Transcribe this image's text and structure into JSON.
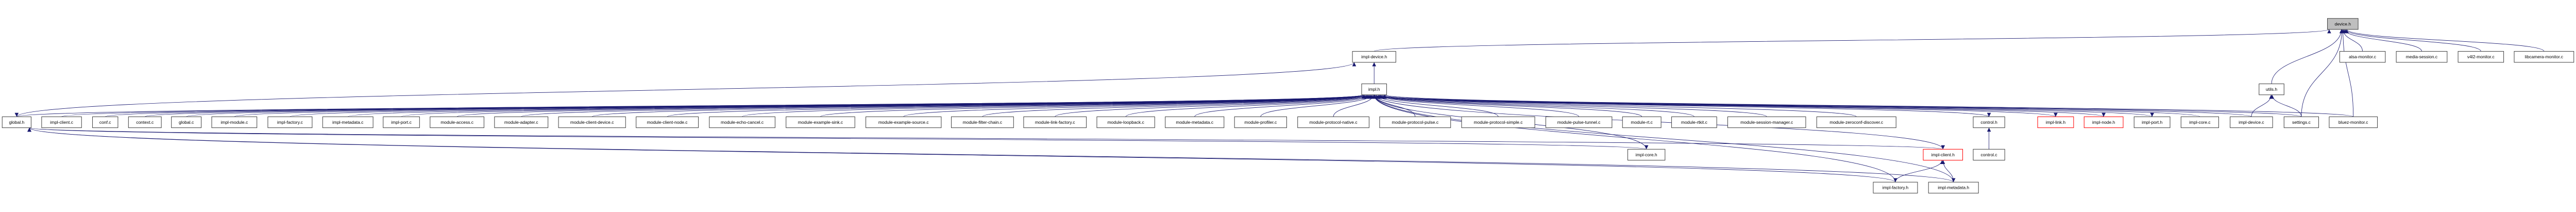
{
  "graph": {
    "edge_color": "#191970",
    "root_fill": "#bfbfbf",
    "truncated_border_color": "#ff0000",
    "nodes": [
      {
        "id": "device.h",
        "style": "root"
      },
      {
        "id": "impl-device.h"
      },
      {
        "id": "alsa-monitor.c"
      },
      {
        "id": "media-session.c"
      },
      {
        "id": "v4l2-monitor.c"
      },
      {
        "id": "libcamera-monitor.c"
      },
      {
        "id": "impl.h"
      },
      {
        "id": "utils.h"
      },
      {
        "id": "global.h"
      },
      {
        "id": "impl-client.c"
      },
      {
        "id": "conf.c"
      },
      {
        "id": "context.c"
      },
      {
        "id": "global.c"
      },
      {
        "id": "impl-module.c"
      },
      {
        "id": "impl-factory.c"
      },
      {
        "id": "impl-metadata.c"
      },
      {
        "id": "impl-port.c"
      },
      {
        "id": "module-access.c"
      },
      {
        "id": "module-adapter.c"
      },
      {
        "id": "module-client-device.c"
      },
      {
        "id": "module-client-node.c"
      },
      {
        "id": "module-echo-cancel.c"
      },
      {
        "id": "module-example-sink.c"
      },
      {
        "id": "module-example-source.c"
      },
      {
        "id": "module-filter-chain.c"
      },
      {
        "id": "module-link-factory.c"
      },
      {
        "id": "module-loopback.c"
      },
      {
        "id": "module-metadata.c"
      },
      {
        "id": "module-profiler.c"
      },
      {
        "id": "module-protocol-native.c"
      },
      {
        "id": "module-protocol-pulse.c"
      },
      {
        "id": "module-protocol-simple.c"
      },
      {
        "id": "module-pulse-tunnel.c"
      },
      {
        "id": "module-rt.c"
      },
      {
        "id": "module-rtkit.c"
      },
      {
        "id": "module-session-manager.c"
      },
      {
        "id": "module-zeroconf-discover.c"
      },
      {
        "id": "control.h"
      },
      {
        "id": "impl-link.h",
        "style": "red"
      },
      {
        "id": "impl-node.h",
        "style": "red"
      },
      {
        "id": "impl-port.h"
      },
      {
        "id": "impl-core.c"
      },
      {
        "id": "impl-device.c"
      },
      {
        "id": "settings.c"
      },
      {
        "id": "bluez-monitor.c"
      },
      {
        "id": "impl-core.h"
      },
      {
        "id": "impl-client.h",
        "style": "red"
      },
      {
        "id": "control.c"
      },
      {
        "id": "impl-factory.h"
      },
      {
        "id": "impl-metadata.h"
      }
    ],
    "edges": [
      [
        "impl-device.h",
        "device.h"
      ],
      [
        "utils.h",
        "device.h"
      ],
      [
        "settings.c",
        "device.h"
      ],
      [
        "bluez-monitor.c",
        "device.h"
      ],
      [
        "alsa-monitor.c",
        "device.h"
      ],
      [
        "media-session.c",
        "device.h"
      ],
      [
        "v4l2-monitor.c",
        "device.h"
      ],
      [
        "libcamera-monitor.c",
        "device.h"
      ],
      [
        "impl-device.c",
        "utils.h"
      ],
      [
        "settings.c",
        "utils.h"
      ],
      [
        "impl.h",
        "impl-device.h"
      ],
      [
        "global.h",
        "impl-device.h"
      ],
      [
        "impl-client.c",
        "impl.h"
      ],
      [
        "conf.c",
        "impl.h"
      ],
      [
        "context.c",
        "impl.h"
      ],
      [
        "global.c",
        "impl.h"
      ],
      [
        "impl-module.c",
        "impl.h"
      ],
      [
        "impl-factory.c",
        "impl.h"
      ],
      [
        "impl-metadata.c",
        "impl.h"
      ],
      [
        "impl-port.c",
        "impl.h"
      ],
      [
        "module-access.c",
        "impl.h"
      ],
      [
        "module-adapter.c",
        "impl.h"
      ],
      [
        "module-client-device.c",
        "impl.h"
      ],
      [
        "module-client-node.c",
        "impl.h"
      ],
      [
        "module-echo-cancel.c",
        "impl.h"
      ],
      [
        "module-example-sink.c",
        "impl.h"
      ],
      [
        "module-example-source.c",
        "impl.h"
      ],
      [
        "module-filter-chain.c",
        "impl.h"
      ],
      [
        "module-link-factory.c",
        "impl.h"
      ],
      [
        "module-loopback.c",
        "impl.h"
      ],
      [
        "module-metadata.c",
        "impl.h"
      ],
      [
        "module-profiler.c",
        "impl.h"
      ],
      [
        "module-protocol-native.c",
        "impl.h"
      ],
      [
        "module-protocol-pulse.c",
        "impl.h"
      ],
      [
        "module-protocol-simple.c",
        "impl.h"
      ],
      [
        "module-pulse-tunnel.c",
        "impl.h"
      ],
      [
        "module-rt.c",
        "impl.h"
      ],
      [
        "module-rtkit.c",
        "impl.h"
      ],
      [
        "module-session-manager.c",
        "impl.h"
      ],
      [
        "module-zeroconf-discover.c",
        "impl.h"
      ],
      [
        "impl-core.c",
        "impl.h"
      ],
      [
        "impl-device.c",
        "impl.h"
      ],
      [
        "settings.c",
        "impl.h"
      ],
      [
        "bluez-monitor.c",
        "impl.h"
      ],
      [
        "impl.h",
        "global.h"
      ],
      [
        "impl.h",
        "control.h"
      ],
      [
        "impl.h",
        "impl-link.h"
      ],
      [
        "impl.h",
        "impl-node.h"
      ],
      [
        "impl.h",
        "impl-port.h"
      ],
      [
        "impl.h",
        "impl-core.h"
      ],
      [
        "impl.h",
        "impl-client.h"
      ],
      [
        "impl.h",
        "impl-factory.h"
      ],
      [
        "impl.h",
        "impl-metadata.h"
      ],
      [
        "control.c",
        "control.h"
      ],
      [
        "impl-factory.h",
        "impl-client.h"
      ],
      [
        "impl-metadata.h",
        "impl-client.h"
      ],
      [
        "impl-core.h",
        "global.h"
      ],
      [
        "impl-client.h",
        "global.h"
      ],
      [
        "impl-factory.h",
        "global.h"
      ],
      [
        "impl-metadata.h",
        "global.h"
      ]
    ]
  }
}
